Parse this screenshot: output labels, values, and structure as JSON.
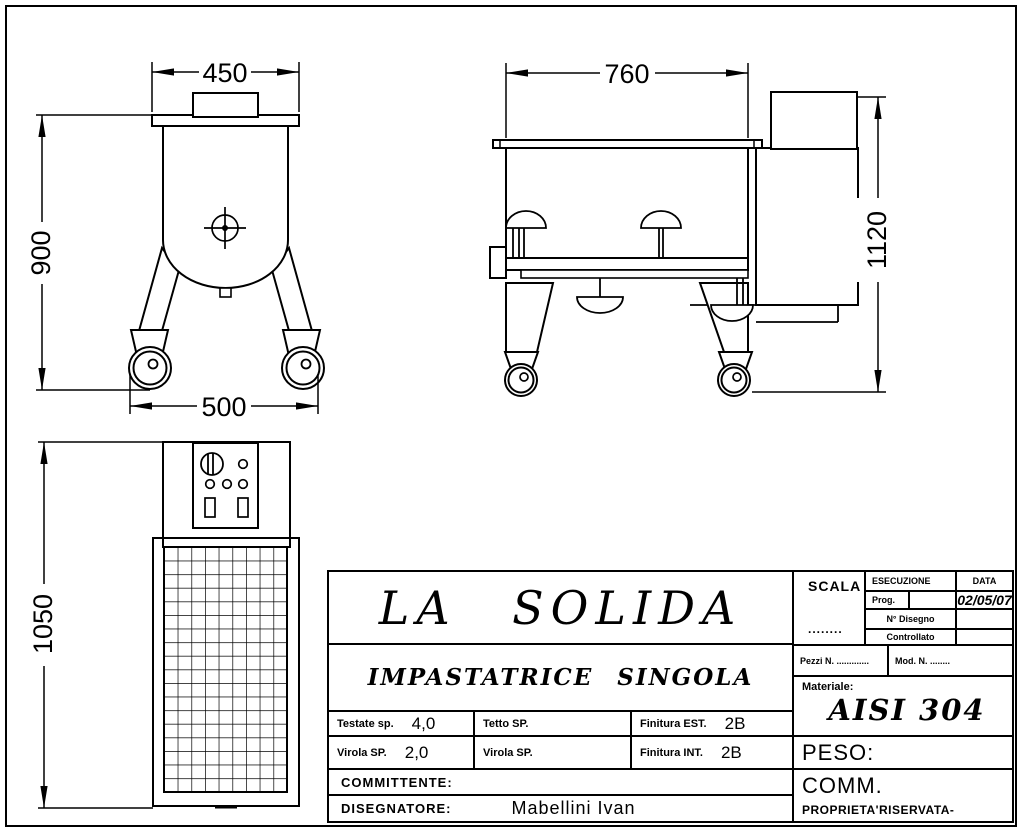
{
  "sheet": {
    "background": "#ffffff",
    "line_color": "#000000"
  },
  "views": {
    "front": {
      "description": "front view of mixer tank with casters",
      "dim_width_top": "450",
      "dim_height": "900",
      "dim_width_bottom": "500"
    },
    "side": {
      "description": "side view of mixer body with motor housing and casters",
      "dim_width": "760",
      "dim_height": "1120"
    },
    "top": {
      "description": "top view with control panel and safety grille",
      "dim_length": "1050"
    }
  },
  "title_block": {
    "company": "LA SOLIDA",
    "title": "IMPASTATRICE SINGOLA",
    "testate_label": "Testate sp.",
    "testate_value": "4,0",
    "tetto_label": "Tetto SP.",
    "tetto_value": "",
    "finitura_est_label": "Finitura EST.",
    "finitura_est_value": "2B",
    "virola_a_label": "Virola SP.",
    "virola_a_value": "2,0",
    "virola_b_label": "Virola SP.",
    "virola_b_value": "",
    "finitura_int_label": "Finitura INT.",
    "finitura_int_value": "2B",
    "committente_label": "COMMITTENTE:",
    "committente_value": "",
    "disegnatore_label": "DISEGNATORE:",
    "disegnatore_value": "Mabellini Ivan",
    "scala_label": "SCALA",
    "scala_value": "........",
    "esecuzione_label": "ESECUZIONE",
    "data_label": "DATA",
    "prog_label": "Prog.",
    "prog_value": "",
    "data_value": "02/05/07",
    "n_disegno_label": "N° Disegno",
    "n_disegno_value": "",
    "controllato_label": "Controllato",
    "controllato_value": "",
    "pezzi_label": "Pezzi N. .............",
    "mod_label": "Mod. N. ........",
    "materiale_label": "Materiale:",
    "materiale_value": "AISI 304",
    "peso_label": "PESO:",
    "comm_label": "COMM.",
    "proprieta_label": "PROPRIETA'RISERVATA-"
  }
}
